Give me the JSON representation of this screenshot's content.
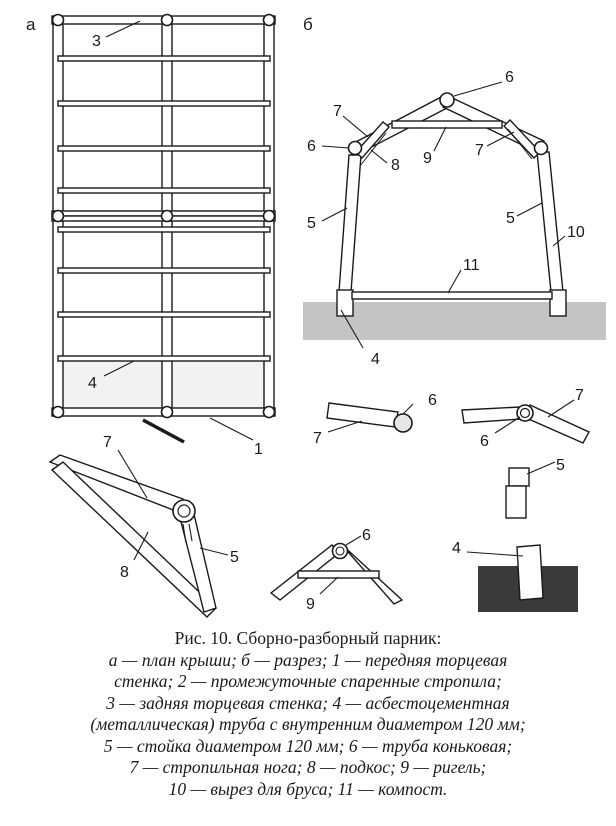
{
  "figure": {
    "panels": {
      "a": "а",
      "b": "б"
    },
    "labels": {
      "one": "1",
      "three": "3",
      "four": "4",
      "five": "5",
      "six": "6",
      "seven": "7",
      "eight": "8",
      "nine": "9",
      "ten": "10",
      "eleven": "11"
    }
  },
  "caption": {
    "title": "Рис. 10. Сборно-разборный парник:",
    "lines": [
      "а — план крыши; б — разрез; 1 — передняя торцевая",
      "стенка; 2 — промежуточные спаренные стропила;",
      "3 — задняя торцевая стенка; 4 — асбестоцементная",
      "(металлическая) труба с внутренним диаметром 120 мм;",
      "5 — стойка диаметром 120 мм; 6 — труба коньковая;",
      "7 — стропильная нога; 8 — подкос; 9 — ригель;",
      "10 — вырез для бруса; 11 — компост."
    ]
  },
  "colors": {
    "ground": "#c4c4c4",
    "soil": "#3a3a3a",
    "ink": "#1a1a1a",
    "tube": "#e6e6e6"
  }
}
